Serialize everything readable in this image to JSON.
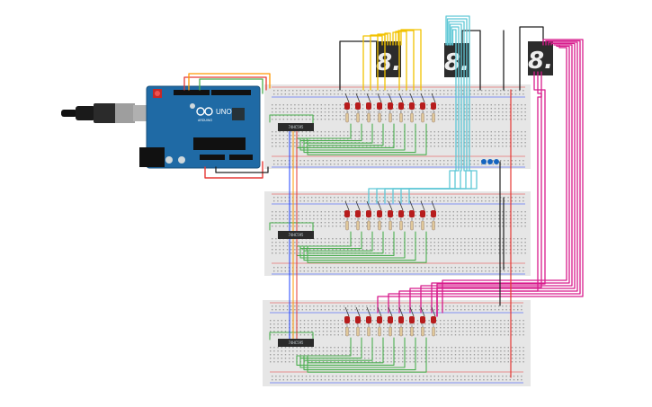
{
  "arduino": {
    "model_label": "UNO",
    "brand_label": "ARDUINO"
  },
  "chips": [
    {
      "id": "chip-1",
      "label": "74HC595"
    },
    {
      "id": "chip-2",
      "label": "74HC595"
    },
    {
      "id": "chip-3",
      "label": "74HC595"
    }
  ],
  "displays": [
    {
      "id": "display-1",
      "digit": "8."
    },
    {
      "id": "display-2",
      "digit": "8."
    },
    {
      "id": "display-3",
      "digit": "8."
    }
  ],
  "colors": {
    "breadboard": "#e6e6e6",
    "arduino": "#1f6aa5",
    "led": "#b71c1c",
    "wire_green": "#4caf50",
    "wire_yellow": "#f2c200",
    "wire_cyan": "#5fc8d6",
    "wire_magenta": "#d81b8c",
    "wire_black": "#222222",
    "wire_red": "#e53935",
    "wire_orange": "#ff9800",
    "wire_blue": "#1e40ff",
    "button": "#1565c0"
  }
}
